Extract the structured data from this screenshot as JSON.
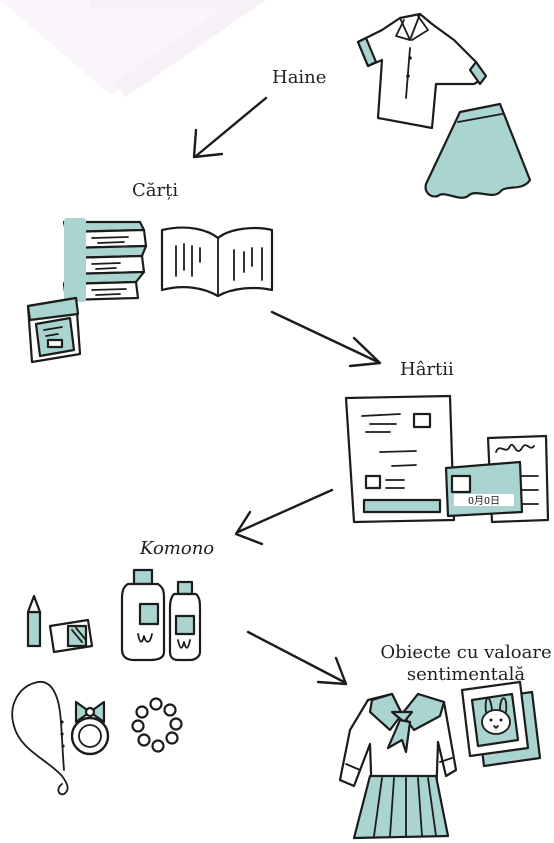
{
  "labels": {
    "haine": "Haine",
    "carti": "Cărți",
    "hartii": "Hârtii",
    "komono": "Komono",
    "obiecte_line1": "Obiecte cu valoare",
    "obiecte_line2": "sentimentală"
  },
  "paper_card_text": "O月O日",
  "colors": {
    "accent_teal": "#a9d4cf",
    "ink": "#1c1c1c",
    "watermark": "#f3e9f3"
  }
}
